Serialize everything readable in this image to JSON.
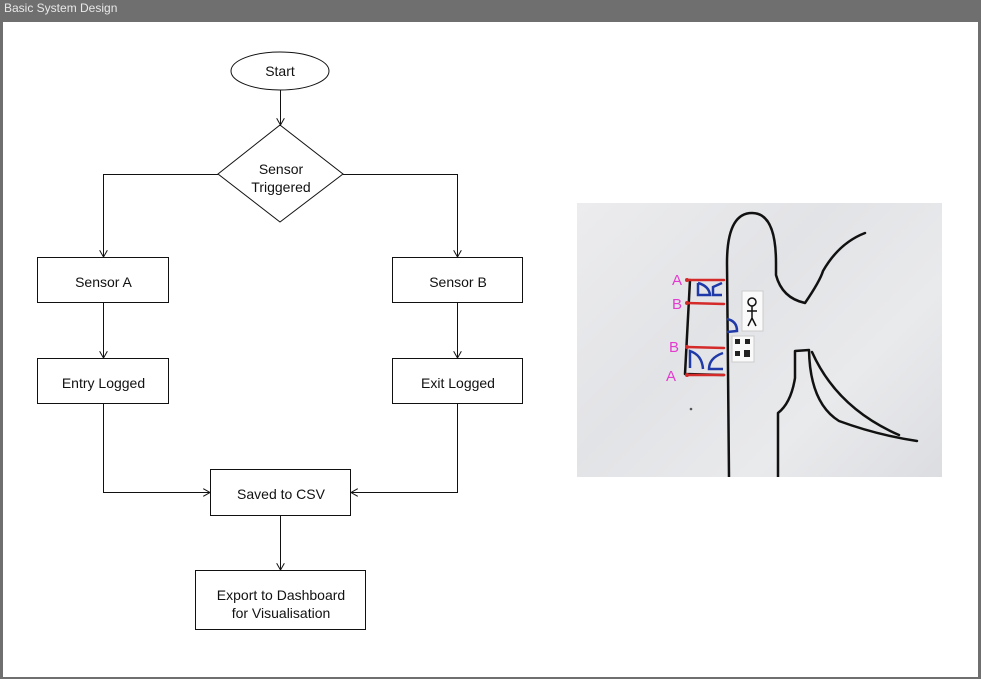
{
  "window": {
    "title": "Basic System Design"
  },
  "flowchart": {
    "start": "Start",
    "decision": "Sensor\nTriggered",
    "sensor_a": "Sensor A",
    "sensor_b": "Sensor B",
    "entry_logged": "Entry Logged",
    "exit_logged": "Exit Logged",
    "saved_csv": "Saved to CSV",
    "export": "Export to Dashboard\nfor Visualisation"
  },
  "sketch": {
    "labels": [
      "A",
      "B",
      "B",
      "A"
    ],
    "colors": {
      "label": "#e33bd0",
      "sensor_line": "#d42a2a",
      "door": "#1f3aa8",
      "ink": "#111111"
    }
  }
}
